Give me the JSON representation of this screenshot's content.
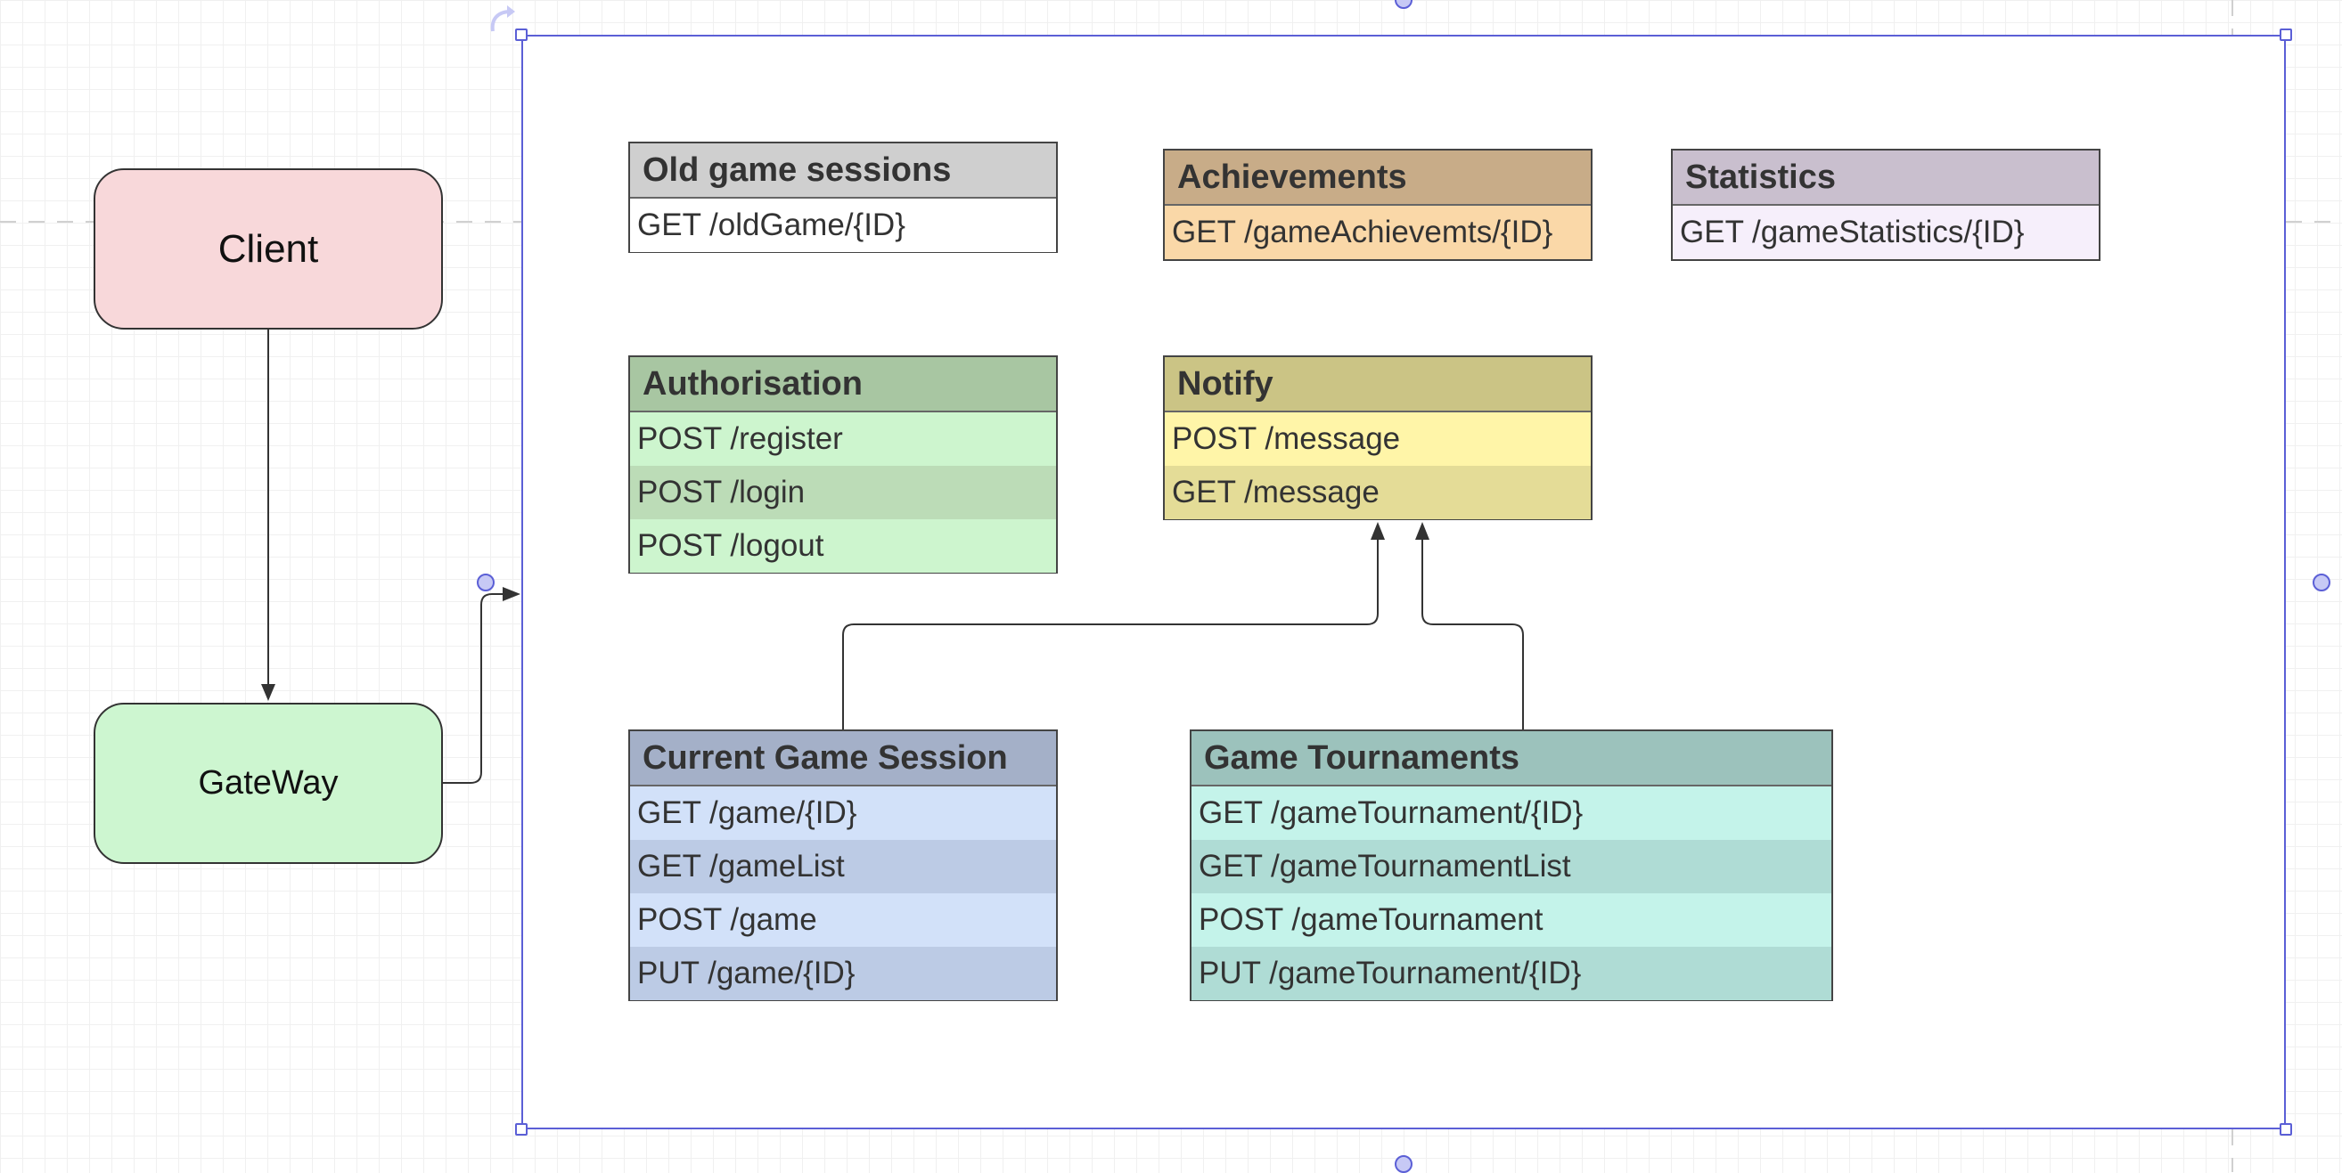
{
  "diagram": {
    "nodes": {
      "client": "Client",
      "gateway": "GateWay"
    },
    "entities": {
      "old_sessions": {
        "title": "Old game sessions",
        "rows": [
          "GET /oldGame/{ID}"
        ]
      },
      "achievements": {
        "title": "Achievements",
        "rows": [
          "GET /gameAchievemts/{ID}"
        ]
      },
      "statistics": {
        "title": "Statistics",
        "rows": [
          "GET /gameStatistics/{ID}"
        ]
      },
      "authorisation": {
        "title": "Authorisation",
        "rows": [
          "POST /register",
          "POST /login",
          "POST /logout"
        ]
      },
      "notify": {
        "title": "Notify",
        "rows": [
          "POST /message",
          "GET /message"
        ]
      },
      "current_game_session": {
        "title": "Current Game Session",
        "rows": [
          "GET /game/{ID}",
          "GET /gameList",
          "POST /game",
          "PUT /game/{ID}"
        ]
      },
      "game_tournaments": {
        "title": "Game Tournaments",
        "rows": [
          "GET /gameTournament/{ID}",
          "GET /gameTournamentList",
          "POST /gameTournament",
          "PUT /gameTournament/{ID}"
        ]
      }
    },
    "edges": [
      {
        "from": "Client",
        "to": "GateWay"
      },
      {
        "from": "GateWay",
        "to": "container"
      },
      {
        "from": "Current Game Session",
        "to": "Notify"
      },
      {
        "from": "Game Tournaments",
        "to": "Notify"
      }
    ],
    "colors": {
      "selection": "#5b5fd6",
      "client_fill": "#f8d8da",
      "gateway_fill": "#cdf6d0"
    }
  }
}
